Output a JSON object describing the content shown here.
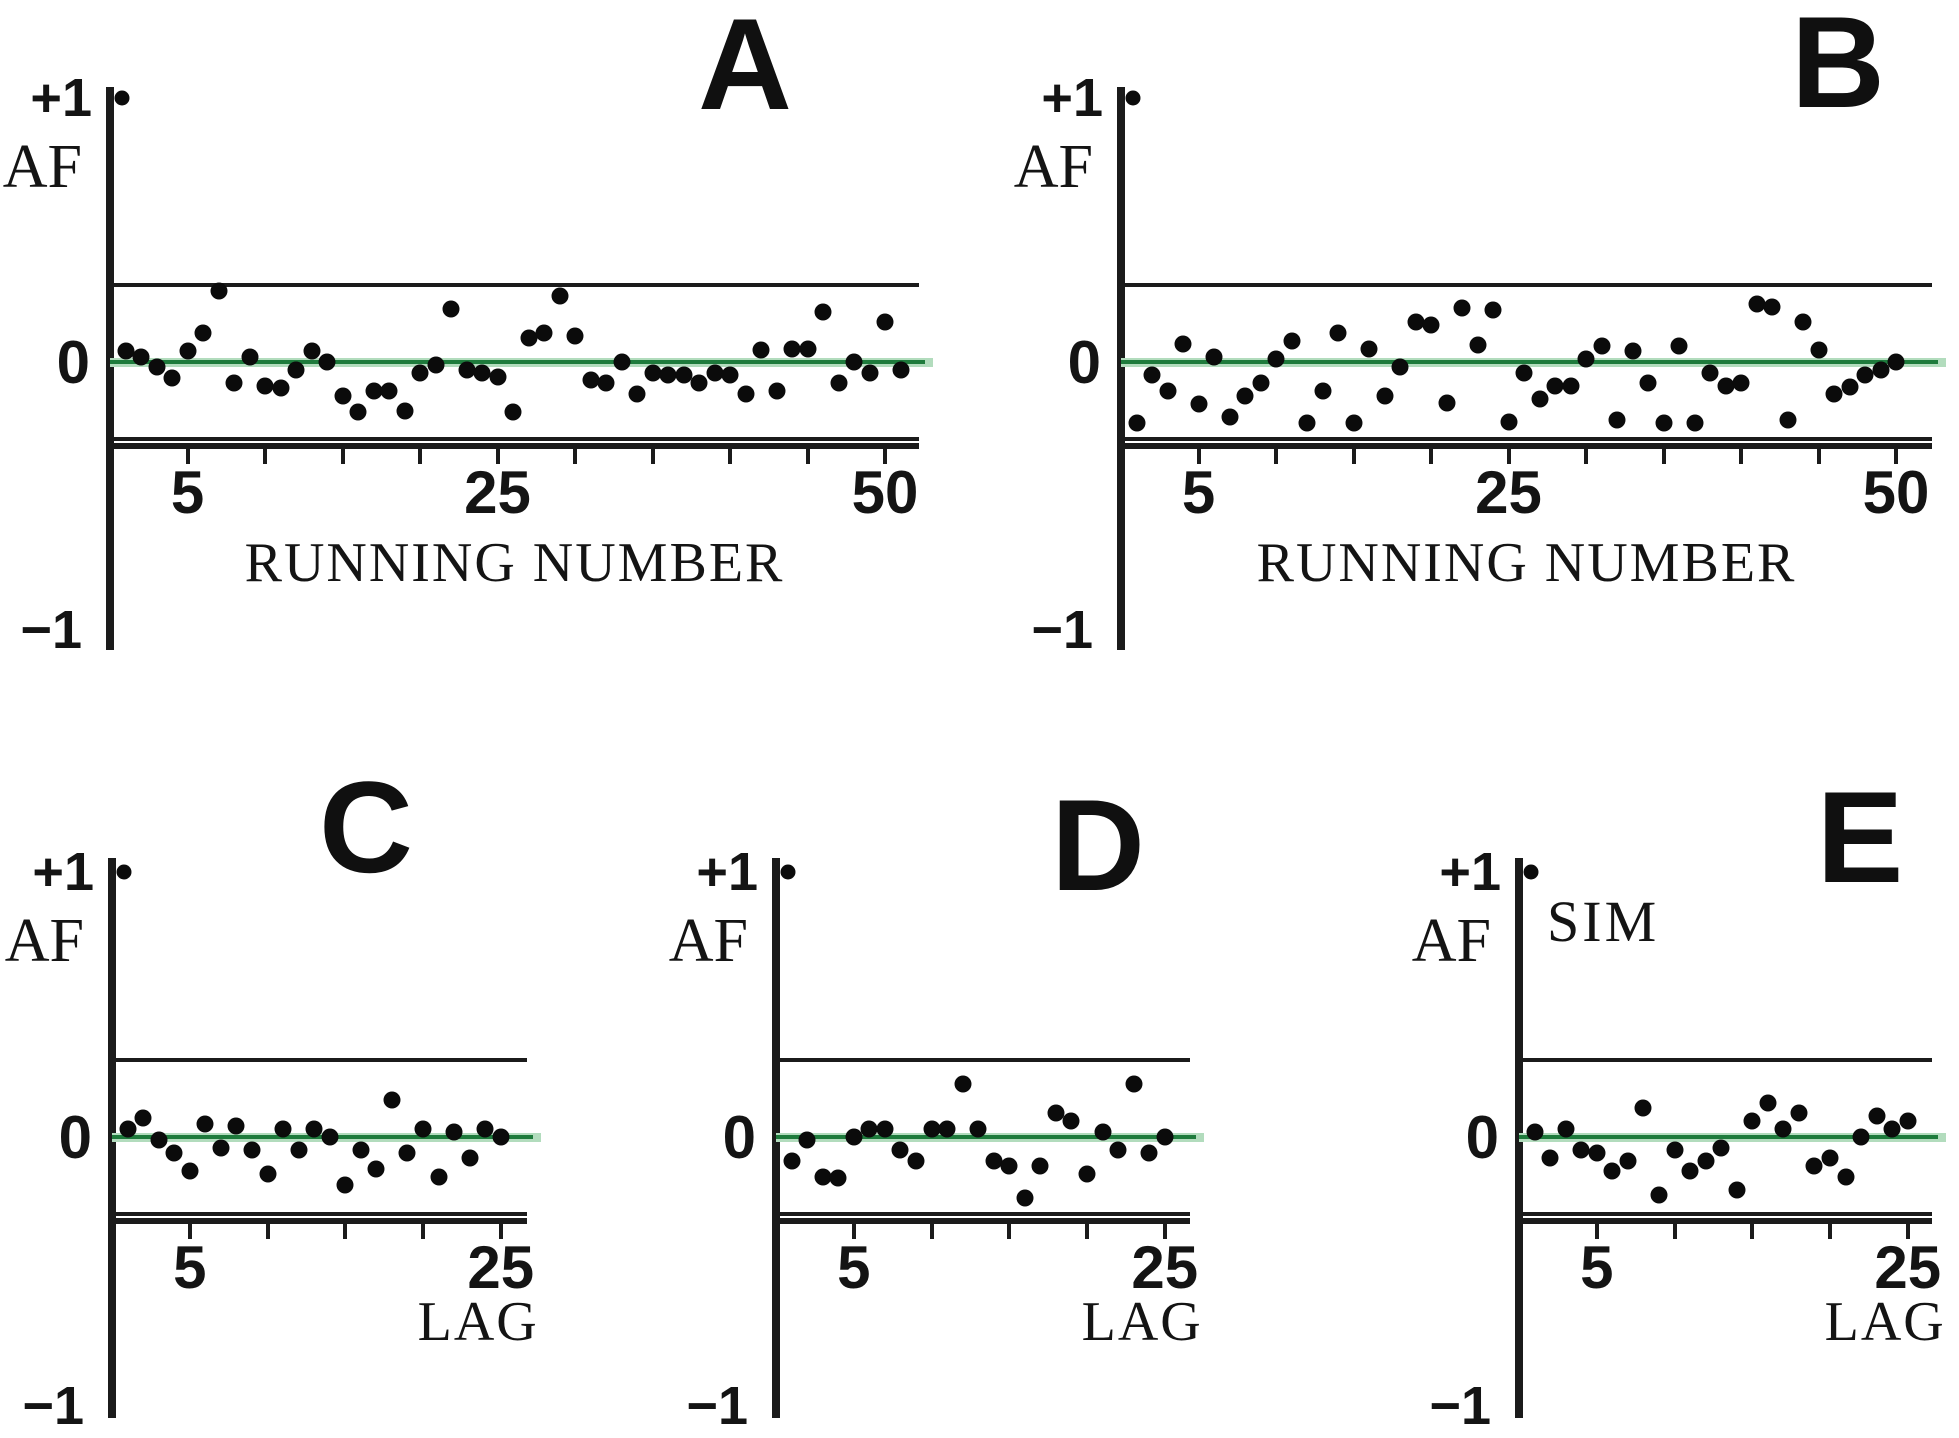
{
  "figure": {
    "background_color": "#ffffff",
    "zero_line_color": "#1e7b3c",
    "zero_line_halo_color": "#b2dcbd",
    "axis_color": "#1b1b1b",
    "dot_color": "#0b0b0b",
    "text_color": "#141414"
  },
  "chart_data": [
    {
      "id": "A",
      "type": "scatter",
      "panel_label": "A",
      "ylabel": "AF",
      "xlabel": "RUNNING NUMBER",
      "ytick_top_label": "+1",
      "ytick_zero_label": "0",
      "ytick_bottom_label": "−1",
      "ylim": [
        -1,
        1
      ],
      "xlim": [
        0,
        52
      ],
      "x_tick_interval": 5,
      "labeled_xticks": [
        5,
        25,
        50
      ],
      "confidence_bounds": [
        -0.29,
        0.29
      ],
      "zero_line": 0,
      "lag0_point": {
        "x": 0.8,
        "y": 1.0
      },
      "x": [
        1,
        2,
        3,
        4,
        5,
        6,
        7,
        8,
        9,
        10,
        11,
        12,
        13,
        14,
        15,
        16,
        17,
        18,
        19,
        20,
        21,
        22,
        23,
        24,
        25,
        26,
        27,
        28,
        29,
        30,
        31,
        32,
        33,
        34,
        35,
        36,
        37,
        38,
        39,
        40,
        41,
        42,
        43,
        44,
        45,
        46,
        47,
        48,
        49,
        50,
        51
      ],
      "y": [
        0.04,
        0.02,
        -0.02,
        -0.06,
        0.04,
        0.11,
        0.27,
        -0.08,
        0.02,
        -0.09,
        -0.1,
        -0.03,
        0.04,
        0.0,
        -0.13,
        -0.19,
        -0.11,
        -0.11,
        -0.185,
        -0.04,
        -0.01,
        0.2,
        -0.03,
        -0.04,
        -0.055,
        -0.19,
        0.09,
        0.11,
        0.25,
        0.1,
        -0.07,
        -0.08,
        0.0,
        -0.12,
        -0.04,
        -0.05,
        -0.05,
        -0.08,
        -0.04,
        -0.05,
        -0.12,
        0.045,
        -0.11,
        0.05,
        0.05,
        0.19,
        -0.08,
        0.0,
        -0.04,
        0.15,
        -0.03
      ]
    },
    {
      "id": "B",
      "type": "scatter",
      "panel_label": "B",
      "ylabel": "AF",
      "xlabel": "RUNNING NUMBER",
      "ytick_top_label": "+1",
      "ytick_zero_label": "0",
      "ytick_bottom_label": "−1",
      "ylim": [
        -1,
        1
      ],
      "xlim": [
        0,
        52
      ],
      "x_tick_interval": 5,
      "labeled_xticks": [
        5,
        25,
        50
      ],
      "confidence_bounds": [
        -0.29,
        0.29
      ],
      "zero_line": 0,
      "lag0_point": {
        "x": 0.8,
        "y": 1.0
      },
      "x": [
        1,
        2,
        3,
        4,
        5,
        6,
        7,
        8,
        9,
        10,
        11,
        12,
        13,
        14,
        15,
        16,
        17,
        18,
        19,
        20,
        21,
        22,
        23,
        24,
        25,
        26,
        27,
        28,
        29,
        30,
        31,
        32,
        33,
        34,
        35,
        36,
        37,
        38,
        39,
        40,
        41,
        42,
        43,
        44,
        45,
        46,
        47,
        48,
        49,
        50
      ],
      "y": [
        -0.23,
        -0.05,
        -0.11,
        0.07,
        -0.16,
        0.02,
        -0.21,
        -0.13,
        -0.08,
        0.01,
        0.08,
        -0.23,
        -0.11,
        0.11,
        -0.23,
        0.05,
        -0.13,
        -0.02,
        0.15,
        0.14,
        -0.155,
        0.205,
        0.065,
        0.197,
        -0.227,
        -0.04,
        -0.14,
        -0.09,
        -0.09,
        0.01,
        0.06,
        -0.22,
        0.04,
        -0.08,
        -0.23,
        0.06,
        -0.23,
        -0.04,
        -0.09,
        -0.08,
        0.22,
        0.21,
        -0.22,
        0.15,
        0.045,
        -0.12,
        -0.095,
        -0.05,
        -0.03,
        0.0
      ]
    },
    {
      "id": "C",
      "type": "scatter",
      "panel_label": "C",
      "ylabel": "AF",
      "xlabel": "LAG",
      "ytick_top_label": "+1",
      "ytick_zero_label": "0",
      "ytick_bottom_label": "−1",
      "ylim": [
        -1,
        1
      ],
      "xlim": [
        0,
        26.7
      ],
      "x_tick_interval": 5,
      "labeled_xticks": [
        5,
        25
      ],
      "confidence_bounds": [
        -0.29,
        0.29
      ],
      "zero_line": 0,
      "lag0_point": {
        "x": 0.8,
        "y": 1.0
      },
      "x": [
        1,
        2,
        3,
        4,
        5,
        6,
        7,
        8,
        9,
        10,
        11,
        12,
        13,
        14,
        15,
        16,
        17,
        18,
        19,
        20,
        21,
        22,
        23,
        24,
        25
      ],
      "y": [
        0.03,
        0.07,
        -0.01,
        -0.06,
        -0.13,
        0.05,
        -0.04,
        0.04,
        -0.05,
        -0.14,
        0.03,
        -0.05,
        0.03,
        0.0,
        -0.18,
        -0.05,
        -0.12,
        0.14,
        -0.06,
        0.03,
        -0.15,
        0.02,
        -0.08,
        0.03,
        0.0
      ]
    },
    {
      "id": "D",
      "type": "scatter",
      "panel_label": "D",
      "ylabel": "AF",
      "xlabel": "LAG",
      "ytick_top_label": "+1",
      "ytick_zero_label": "0",
      "ytick_bottom_label": "−1",
      "ylim": [
        -1,
        1
      ],
      "xlim": [
        0,
        26.6
      ],
      "x_tick_interval": 5,
      "labeled_xticks": [
        5,
        25
      ],
      "confidence_bounds": [
        -0.29,
        0.29
      ],
      "zero_line": 0,
      "lag0_point": {
        "x": 0.8,
        "y": 1.0
      },
      "x": [
        1,
        2,
        3,
        4,
        5,
        6,
        7,
        8,
        9,
        10,
        11,
        12,
        13,
        14,
        15,
        16,
        17,
        18,
        19,
        20,
        21,
        22,
        23,
        24,
        25
      ],
      "y": [
        -0.09,
        -0.01,
        -0.15,
        -0.155,
        0.0,
        0.03,
        0.03,
        -0.05,
        -0.09,
        0.03,
        0.03,
        0.2,
        0.03,
        -0.09,
        -0.11,
        -0.23,
        -0.11,
        0.09,
        0.06,
        -0.14,
        0.02,
        -0.05,
        0.2,
        -0.06,
        0.0
      ]
    },
    {
      "id": "E",
      "type": "scatter",
      "panel_label": "E",
      "ylabel": "AF",
      "xlabel": "LAG",
      "annotation": "SIM",
      "ytick_top_label": "+1",
      "ytick_zero_label": "0",
      "ytick_bottom_label": "−1",
      "ylim": [
        -1,
        1
      ],
      "xlim": [
        0,
        26.6
      ],
      "x_tick_interval": 5,
      "labeled_xticks": [
        5,
        25
      ],
      "confidence_bounds": [
        -0.29,
        0.29
      ],
      "zero_line": 0,
      "lag0_point": {
        "x": 0.8,
        "y": 1.0
      },
      "x": [
        1,
        2,
        3,
        4,
        5,
        6,
        7,
        8,
        9,
        10,
        11,
        12,
        13,
        14,
        15,
        16,
        17,
        18,
        19,
        20,
        21,
        22,
        23,
        24,
        25
      ],
      "y": [
        0.02,
        -0.08,
        0.03,
        -0.05,
        -0.06,
        -0.13,
        -0.09,
        0.11,
        -0.22,
        -0.05,
        -0.13,
        -0.09,
        -0.04,
        -0.2,
        0.06,
        0.13,
        0.03,
        0.09,
        -0.11,
        -0.08,
        -0.15,
        0.0,
        0.08,
        0.03,
        0.06
      ]
    }
  ]
}
